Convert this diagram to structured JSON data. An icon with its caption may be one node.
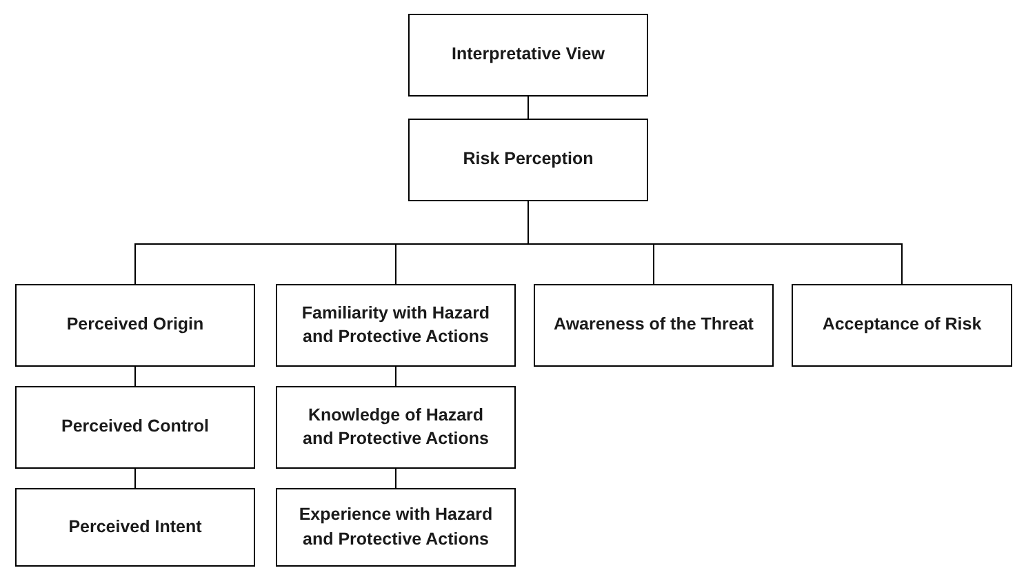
{
  "diagram": {
    "nodes": [
      {
        "text": [
          "Interpretative View"
        ]
      },
      {
        "text": [
          "Risk Perception"
        ]
      },
      {
        "text": [
          "Perceived Origin"
        ]
      },
      {
        "text": [
          "Familiarity with Hazard and Protective Actions"
        ]
      },
      {
        "text": [
          "Awareness of the Threat"
        ]
      },
      {
        "text": [
          "Acceptance of Risk"
        ]
      },
      {
        "text": [
          "Perceived Control"
        ]
      },
      {
        "text": [
          "Knowledge of Hazard and Protective Actions"
        ]
      },
      {
        "text": [
          "Perceived Intent"
        ]
      },
      {
        "text": [
          "Experience with Hazard and Protective Actions"
        ]
      }
    ],
    "edges": [
      {
        "from": 0,
        "to": 1,
        "arrow": "none"
      },
      {
        "from": 1,
        "to": 2,
        "arrow": "none"
      },
      {
        "from": 1,
        "to": 3,
        "arrow": "none"
      },
      {
        "from": 1,
        "to": 4,
        "arrow": "none"
      },
      {
        "from": 1,
        "to": 5,
        "arrow": "none"
      },
      {
        "from": 2,
        "to": 6,
        "arrow": "none"
      },
      {
        "from": 6,
        "to": 8,
        "arrow": "none"
      },
      {
        "from": 3,
        "to": 7,
        "arrow": "none"
      },
      {
        "from": 7,
        "to": 9,
        "arrow": "none"
      }
    ]
  }
}
